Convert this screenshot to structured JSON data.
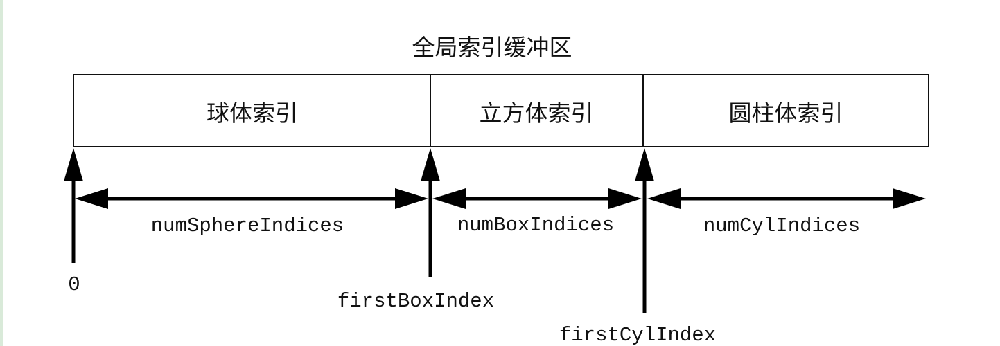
{
  "title": "全局索引缓冲区",
  "segments": [
    {
      "label": "球体索引"
    },
    {
      "label": "立方体索引"
    },
    {
      "label": "圆柱体索引"
    }
  ],
  "counts": {
    "sphere": "numSphereIndices",
    "box": "numBoxIndices",
    "cyl": "numCylIndices"
  },
  "offsets": {
    "zero": "0",
    "first_box": "firstBoxIndex",
    "first_cyl": "firstCylIndex"
  }
}
